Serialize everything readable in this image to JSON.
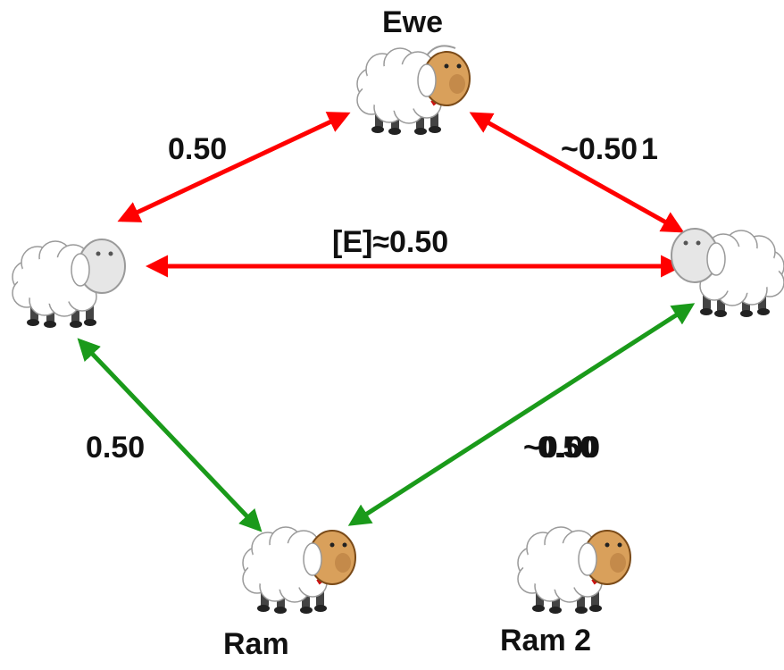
{
  "colors": {
    "maternal": "#ff0000",
    "paternal": "#1a9a1a"
  },
  "nodes": {
    "ewe": {
      "label": "Ewe"
    },
    "ram": {
      "label": "Ram"
    },
    "ram2": {
      "label": "Ram 2"
    }
  },
  "edges": {
    "ewe_left": {
      "label": "0.50"
    },
    "ewe_right": {
      "label_a": "~0.50",
      "label_b": "1"
    },
    "left_right": {
      "label": "[E]≈0.50"
    },
    "ram_left": {
      "label": "0.50"
    },
    "ram_right": {
      "label_a": "~0.00",
      "label_b": "0.50"
    }
  }
}
